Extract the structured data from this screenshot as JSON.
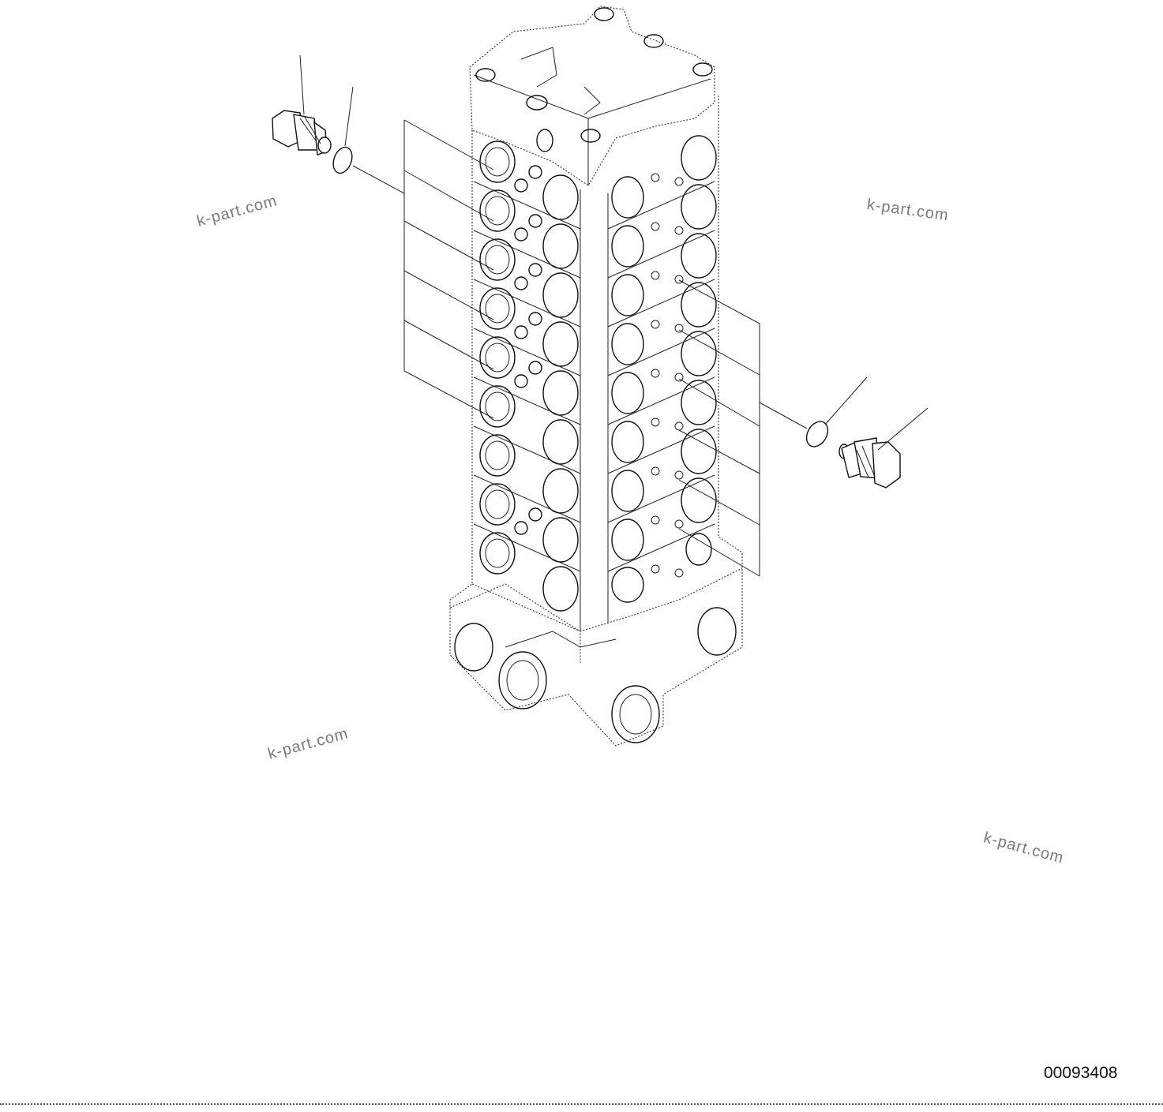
{
  "diagram": {
    "figure_number": "00093408",
    "watermarks": [
      "k-part.com",
      "k-part.com",
      "k-part.com",
      "k-part.com"
    ],
    "parts": {
      "left_fitting": "relief-valve-left",
      "left_ring": "o-ring-left",
      "right_fitting": "relief-valve-right",
      "right_ring": "o-ring-right",
      "valve_body": "control-valve-body"
    }
  }
}
